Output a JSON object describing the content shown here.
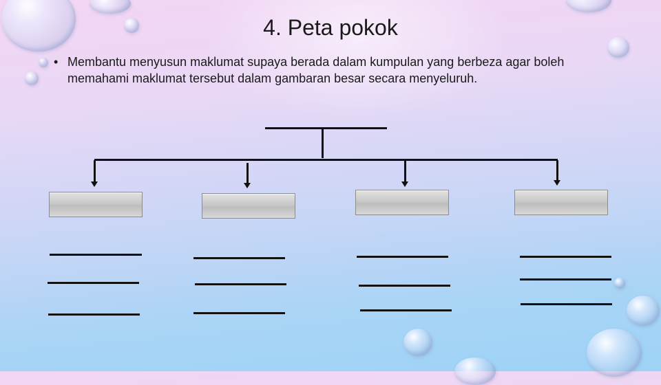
{
  "slide": {
    "title": "4. Peta pokok",
    "bullet_marker": "•",
    "bullet_text": "Membantu menyusun maklumat supaya berada dalam kumpulan yang berbeza agar boleh memahami maklumat tersebut dalam gambaran besar secara menyeluruh."
  },
  "diagram": {
    "type": "tree-map",
    "root_label": "",
    "branches": [
      {
        "label": "",
        "details": [
          "",
          "",
          ""
        ]
      },
      {
        "label": "",
        "details": [
          "",
          "",
          ""
        ]
      },
      {
        "label": "",
        "details": [
          "",
          "",
          ""
        ]
      },
      {
        "label": "",
        "details": [
          "",
          "",
          ""
        ]
      }
    ]
  },
  "colors": {
    "line": "#111111",
    "box_fill": "#c8c8c8",
    "background_top": "#f3d6f4",
    "background_bottom": "#9dd3f6"
  }
}
